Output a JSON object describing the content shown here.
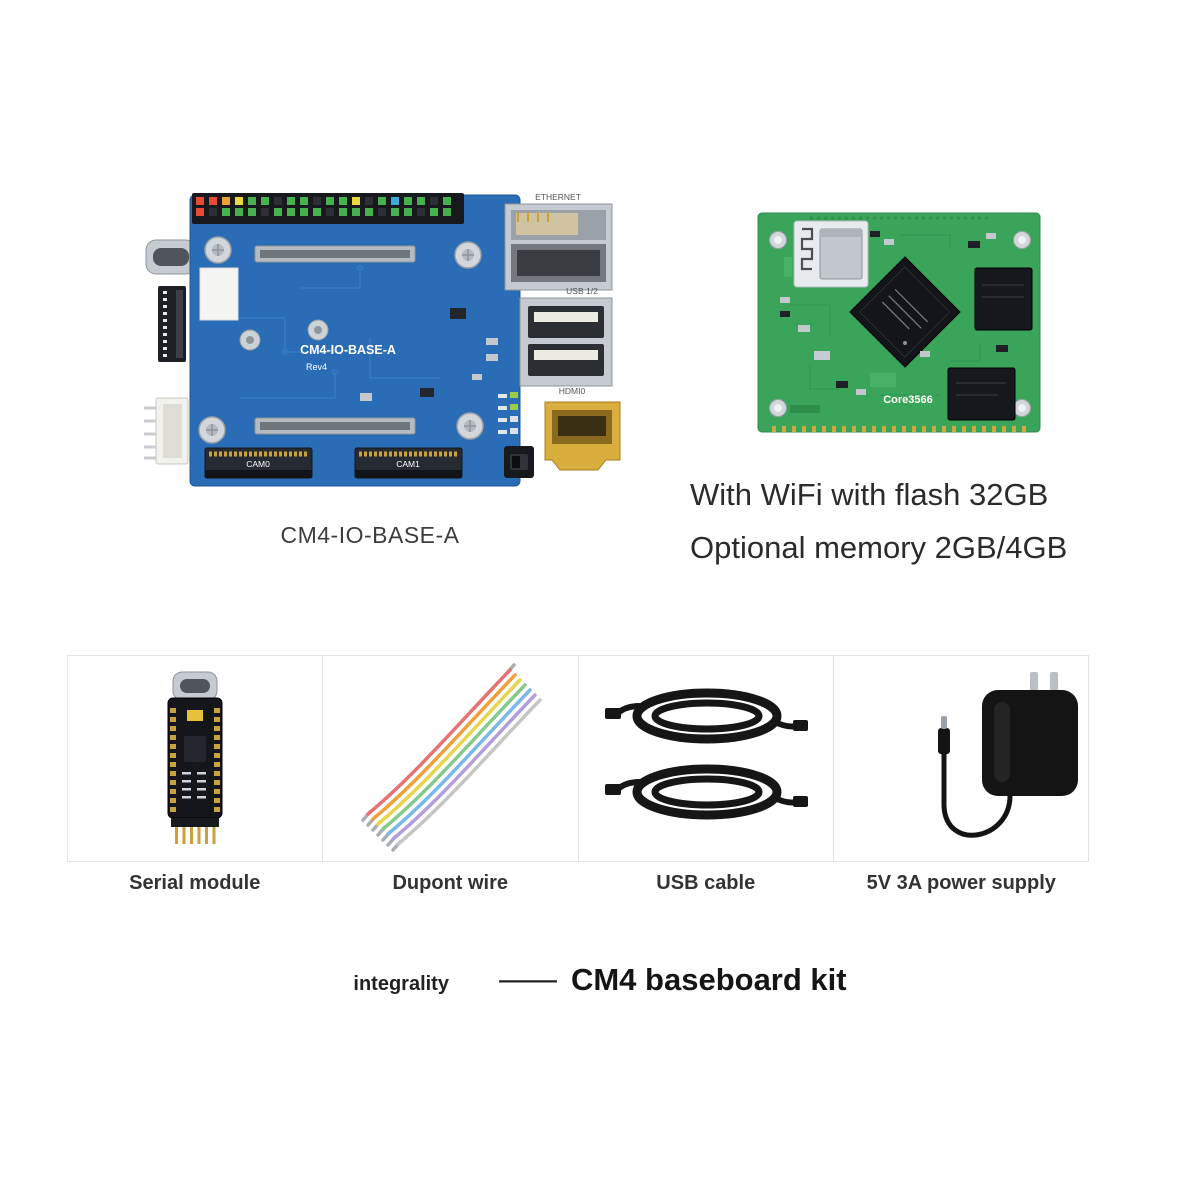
{
  "baseboard": {
    "caption": "CM4-IO-BASE-A",
    "silkscreen": {
      "title": "CM4-IO-BASE-A",
      "revision": "Rev4",
      "ethernet_label": "ETHERNET",
      "usb_label": "USB 1/2",
      "hdmi_label": "HDMI0",
      "cam0_label": "CAM0",
      "cam1_label": "CAM1"
    },
    "pcb_color": "#2a6db6"
  },
  "module": {
    "silkscreen": {
      "name": "Core3566"
    },
    "caption_line1": "With WiFi with flash 32GB",
    "caption_line2": "Optional memory 2GB/4GB",
    "pcb_color": "#3aa55a"
  },
  "accessories": [
    {
      "label": "Serial module"
    },
    {
      "label": "Dupont wire"
    },
    {
      "label": "USB cable"
    },
    {
      "label": "5V 3A power supply"
    }
  ],
  "footer": {
    "prefix": "integrality",
    "separator": "—",
    "title": "CM4 baseboard kit"
  }
}
